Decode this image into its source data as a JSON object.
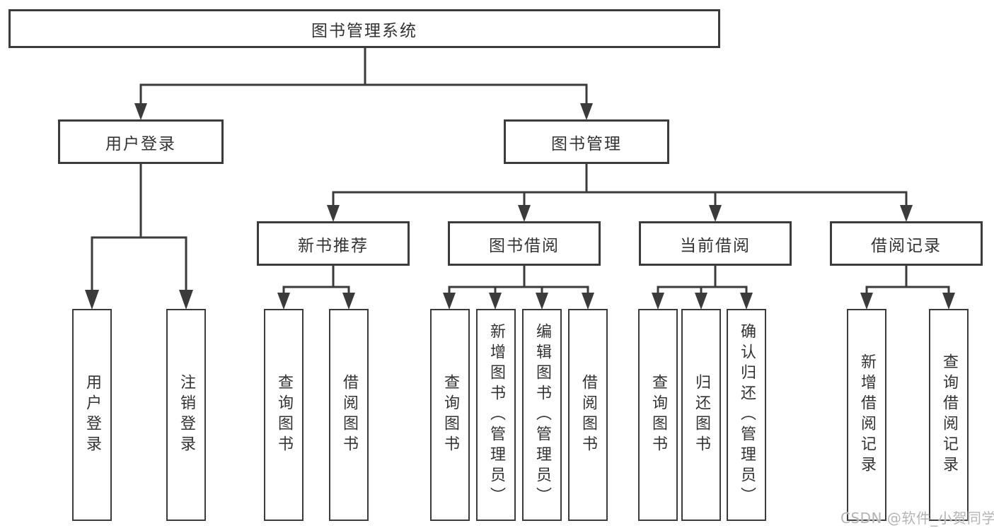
{
  "nodes": {
    "root": {
      "label": "图书管理系统"
    },
    "level2": [
      {
        "label": "用户登录"
      },
      {
        "label": "图书管理"
      }
    ],
    "level3": [
      {
        "label": "新书推荐",
        "parent": "图书管理"
      },
      {
        "label": "图书借阅",
        "parent": "图书管理"
      },
      {
        "label": "当前借阅",
        "parent": "图书管理"
      },
      {
        "label": "借阅记录",
        "parent": "图书管理"
      }
    ],
    "leaves": [
      {
        "label": "用户登录",
        "parent": "用户登录"
      },
      {
        "label": "注销登录",
        "parent": "用户登录"
      },
      {
        "label": "查询图书",
        "parent": "新书推荐"
      },
      {
        "label": "借阅图书",
        "parent": "新书推荐"
      },
      {
        "label": "查询图书",
        "parent": "图书借阅"
      },
      {
        "label": "新增图书（管理员）",
        "parent": "图书借阅"
      },
      {
        "label": "编辑图书（管理员）",
        "parent": "图书借阅"
      },
      {
        "label": "借阅图书",
        "parent": "图书借阅"
      },
      {
        "label": "查询图书",
        "parent": "当前借阅"
      },
      {
        "label": "归还图书",
        "parent": "当前借阅"
      },
      {
        "label": "确认归还（管理员）",
        "parent": "当前借阅"
      },
      {
        "label": "新增借阅记录",
        "parent": "借阅记录"
      },
      {
        "label": "查询借阅记录",
        "parent": "借阅记录"
      }
    ]
  },
  "watermark": {
    "text": "CSDN @软件_小贺同学"
  },
  "colors": {
    "line": "#3b3b3b",
    "box_border": "#3b3b3b",
    "text": "#333333",
    "background": "#ffffff",
    "watermark": "#b4b4b4"
  }
}
